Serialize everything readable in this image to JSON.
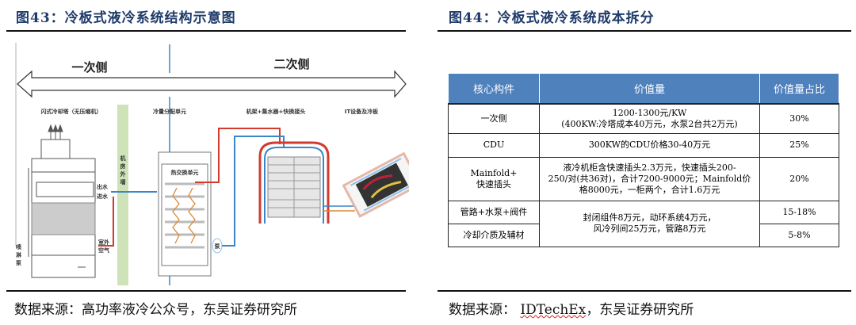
{
  "left_panel": {
    "title": "图43：冷板式液冷系统结构示意图",
    "diagram": {
      "primary_side": "一次侧",
      "secondary_side": "二次侧",
      "section_labels": [
        "闪式冷却塔（无压缩机）",
        "冷量分配单元",
        "机架+集水器+快换接头",
        "IT设备及冷板"
      ],
      "wall_label": "机房外墙",
      "heat_exchanger_label": "热交换单元",
      "outlet_water": "出水",
      "inlet_water": "进水",
      "outdoor_air_1": "室外",
      "outdoor_air_2": "空气",
      "spray_pump_1": "喷",
      "spray_pump_2": "淋",
      "spray_pump_3": "泵",
      "pump_label": "泵"
    },
    "source": "数据来源：高功率液冷公众号，东吴证券研究所"
  },
  "right_panel": {
    "title": "图44：冷板式液冷系统成本拆分",
    "table": {
      "headers": [
        "核心构件",
        "价值量",
        "价值量占比"
      ],
      "rows": [
        {
          "component": "一次侧",
          "value_line1": "1200-1300元/KW",
          "value_line2": "(400KW:冷塔成本40万元，水泵2台共2万元)",
          "share": "30%"
        },
        {
          "component": "CDU",
          "value_line1": "300KW的CDU价格30-40万元",
          "share": "25%"
        },
        {
          "component_line1": "Mainfold+",
          "component_line2": "快速插头",
          "value_line1": "液冷机柜含快速插头2.3万元，快速插头200-",
          "value_line2": "250/对(共36对)，合计7200-9000元；Mainfold价",
          "value_line3": "格8000元，一柜两个，合计1.6万元",
          "share": "20%"
        },
        {
          "component": "管路+水泵+阀件",
          "value_line1": "封闭组件8万元，动环系统4万元，",
          "value_line2": "风冷列间25万元，管路8万元",
          "share": "15-18%"
        },
        {
          "component": "冷却介质及辅材",
          "share": "5-8%"
        }
      ]
    },
    "source_prefix": "数据来源：",
    "source_link": "IDTechEx",
    "source_suffix": "，东吴证券研究所"
  },
  "colors": {
    "title": "#1f3b6b",
    "header_bg": "#4f81bd",
    "cold_pipe": "#3a86c8",
    "hot_pipe": "#d23a2e",
    "coil": "#d98a3a",
    "wall": "#cfe3b8"
  }
}
